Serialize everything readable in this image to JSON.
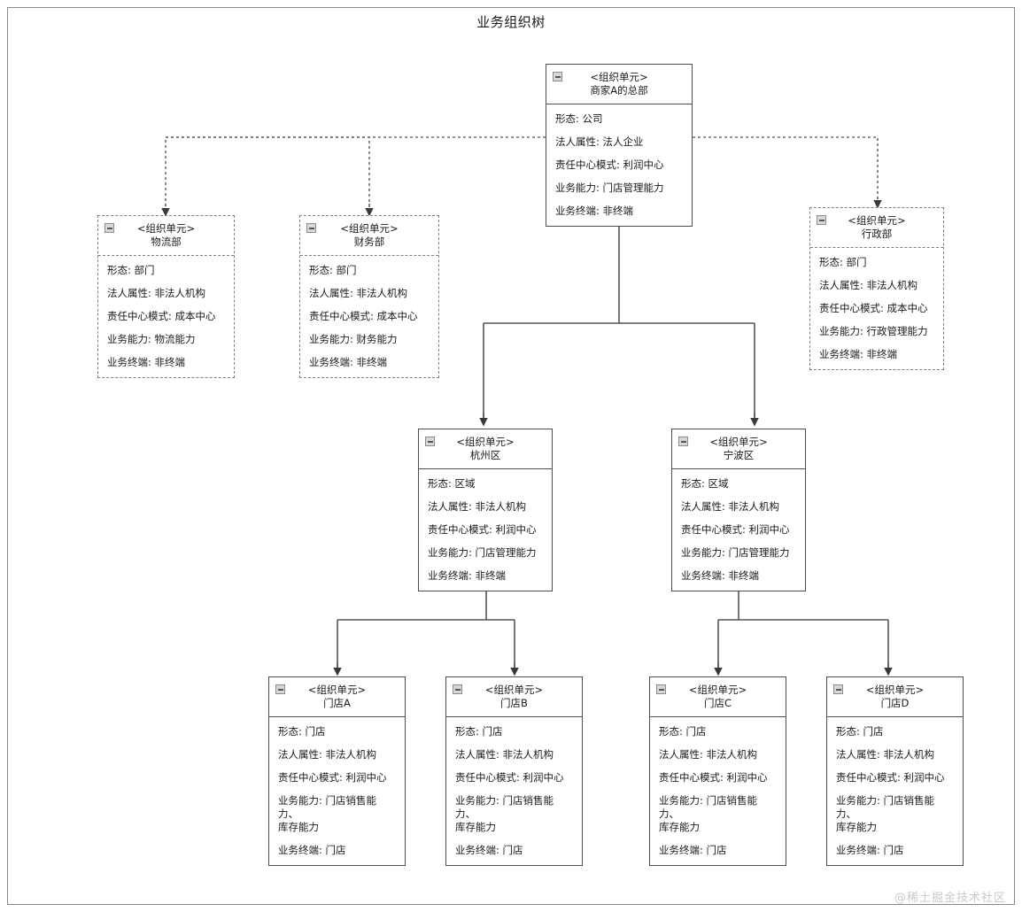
{
  "diagram": {
    "title": "业务组织树",
    "watermark": "@稀土掘金技术社区",
    "stereotype": "<组织单元>",
    "collapse_icon": "minus-square-icon"
  },
  "nodes": [
    {
      "id": "hq",
      "name": "商家A的总部",
      "border": "solid",
      "attrs": [
        "形态: 公司",
        "法人属性: 法人企业",
        "责任中心模式: 利润中心",
        "业务能力: 门店管理能力",
        "业务终端: 非终端"
      ]
    },
    {
      "id": "logistics",
      "name": "物流部",
      "border": "dashed",
      "attrs": [
        "形态: 部门",
        "法人属性: 非法人机构",
        "责任中心模式: 成本中心",
        "业务能力: 物流能力",
        "业务终端: 非终端"
      ]
    },
    {
      "id": "finance",
      "name": "财务部",
      "border": "dashed",
      "attrs": [
        "形态: 部门",
        "法人属性: 非法人机构",
        "责任中心模式: 成本中心",
        "业务能力: 财务能力",
        "业务终端: 非终端"
      ]
    },
    {
      "id": "admin",
      "name": "行政部",
      "border": "dashed",
      "attrs": [
        "形态: 部门",
        "法人属性: 非法人机构",
        "责任中心模式: 成本中心",
        "业务能力: 行政管理能力",
        "业务终端: 非终端"
      ]
    },
    {
      "id": "hangzhou",
      "name": "杭州区",
      "border": "solid",
      "attrs": [
        "形态: 区域",
        "法人属性: 非法人机构",
        "责任中心模式: 利润中心",
        "业务能力: 门店管理能力",
        "业务终端: 非终端"
      ]
    },
    {
      "id": "ningbo",
      "name": "宁波区",
      "border": "solid",
      "attrs": [
        "形态: 区域",
        "法人属性: 非法人机构",
        "责任中心模式: 利润中心",
        "业务能力: 门店管理能力",
        "业务终端: 非终端"
      ]
    },
    {
      "id": "storeA",
      "name": "门店A",
      "border": "solid",
      "attrs": [
        "形态: 门店",
        "法人属性: 非法人机构",
        "责任中心模式: 利润中心",
        "业务能力: 门店销售能力、\n库存能力",
        "业务终端: 门店"
      ]
    },
    {
      "id": "storeB",
      "name": "门店B",
      "border": "solid",
      "attrs": [
        "形态: 门店",
        "法人属性: 非法人机构",
        "责任中心模式: 利润中心",
        "业务能力: 门店销售能力、\n库存能力",
        "业务终端: 门店"
      ]
    },
    {
      "id": "storeC",
      "name": "门店C",
      "border": "solid",
      "attrs": [
        "形态: 门店",
        "法人属性: 非法人机构",
        "责任中心模式: 利润中心",
        "业务能力: 门店销售能力、\n库存能力",
        "业务终端: 门店"
      ]
    },
    {
      "id": "storeD",
      "name": "门店D",
      "border": "solid",
      "attrs": [
        "形态: 门店",
        "法人属性: 非法人机构",
        "责任中心模式: 利润中心",
        "业务能力: 门店销售能力、\n库存能力",
        "业务终端: 门店"
      ]
    }
  ],
  "colors": {
    "frame": "#888888",
    "node_border": "#4d4d4d",
    "dashed_border": "#808080",
    "edge": "#555555",
    "watermark": "#c9c9c9"
  }
}
